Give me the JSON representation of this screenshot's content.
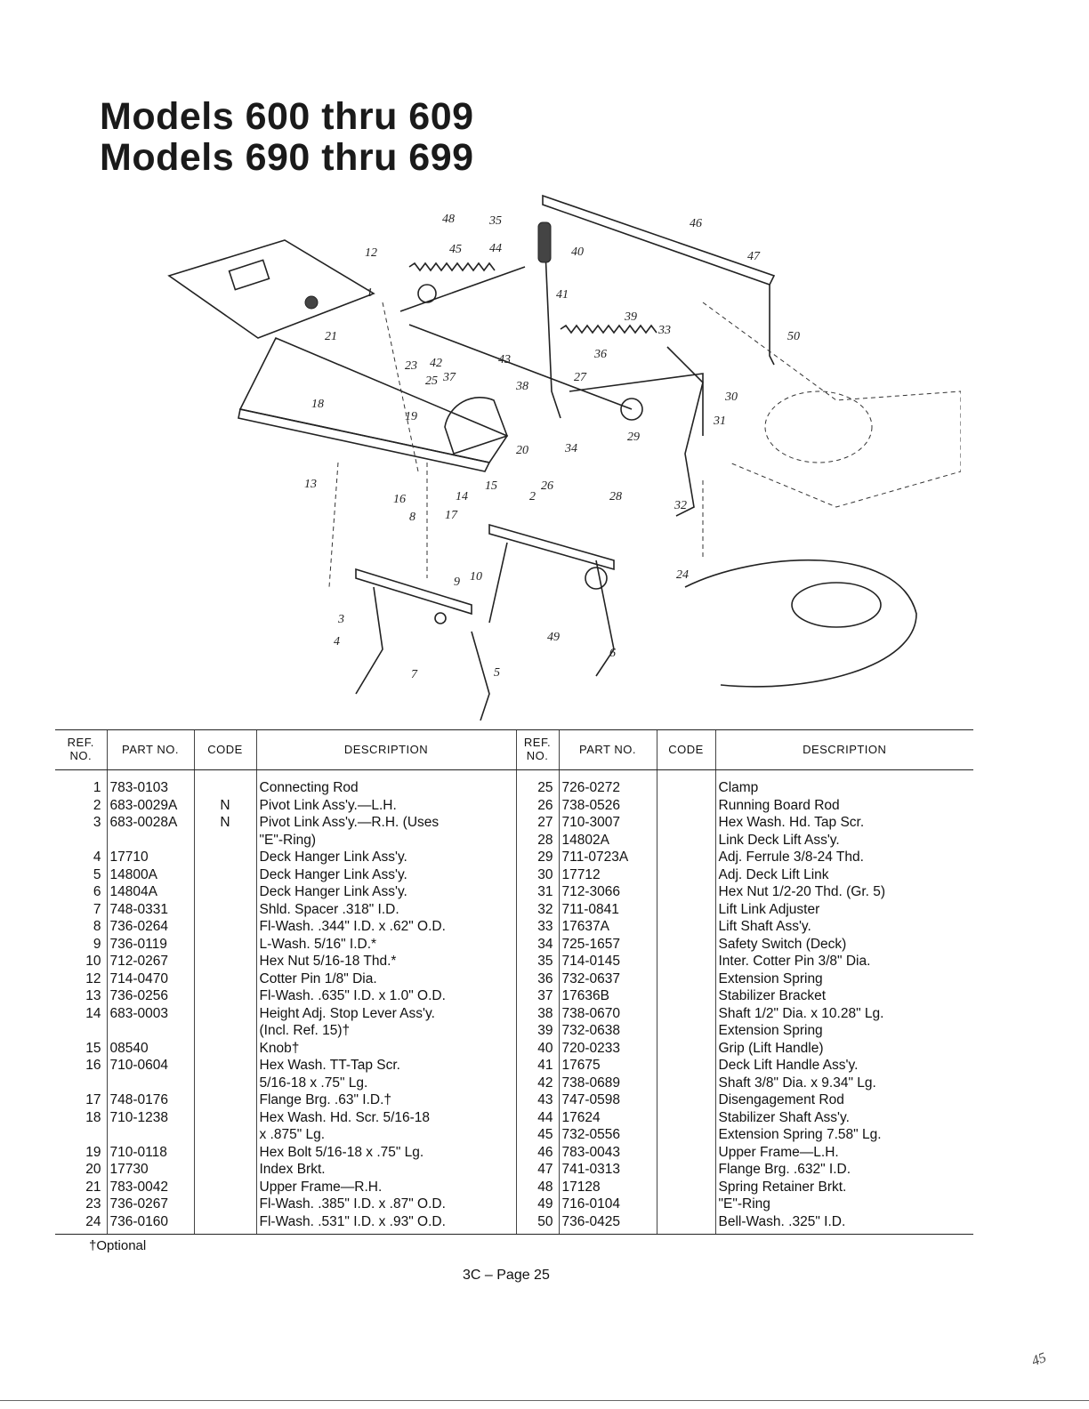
{
  "header": {
    "title_line1": "Models 600 thru 609",
    "title_line2": "Models 690 thru 699"
  },
  "diagram": {
    "callouts": [
      "1",
      "2",
      "3",
      "4",
      "5",
      "6",
      "7",
      "8",
      "9",
      "10",
      "12",
      "13",
      "14",
      "15",
      "16",
      "17",
      "18",
      "19",
      "20",
      "21",
      "23",
      "24",
      "25",
      "26",
      "27",
      "28",
      "29",
      "30",
      "31",
      "32",
      "33",
      "34",
      "35",
      "36",
      "37",
      "38",
      "39",
      "40",
      "41",
      "42",
      "43",
      "44",
      "45",
      "46",
      "47",
      "48",
      "49",
      "50"
    ]
  },
  "table": {
    "headers": {
      "ref": "REF. NO.",
      "part": "PART NO.",
      "code": "CODE",
      "description": "DESCRIPTION"
    },
    "rows": [
      {
        "l": [
          "1",
          "783-0103",
          "",
          "Connecting Rod"
        ],
        "r": [
          "25",
          "726-0272",
          "",
          "Clamp"
        ]
      },
      {
        "l": [
          "2",
          "683-0029A",
          "N",
          "Pivot Link Ass'y.—L.H."
        ],
        "r": [
          "26",
          "738-0526",
          "",
          "Running Board Rod"
        ]
      },
      {
        "l": [
          "3",
          "683-0028A",
          "N",
          "Pivot Link Ass'y.—R.H. (Uses"
        ],
        "r": [
          "27",
          "710-3007",
          "",
          "Hex Wash. Hd. Tap Scr."
        ]
      },
      {
        "l": [
          "",
          "",
          "",
          "\"E\"-Ring)"
        ],
        "r": [
          "28",
          "14802A",
          "",
          "Link Deck Lift Ass'y."
        ]
      },
      {
        "l": [
          "4",
          "17710",
          "",
          "Deck Hanger Link Ass'y."
        ],
        "r": [
          "29",
          "711-0723A",
          "",
          "Adj. Ferrule 3/8-24 Thd."
        ]
      },
      {
        "l": [
          "5",
          "14800A",
          "",
          "Deck Hanger Link Ass'y."
        ],
        "r": [
          "30",
          "17712",
          "",
          "Adj. Deck Lift Link"
        ]
      },
      {
        "l": [
          "6",
          "14804A",
          "",
          "Deck Hanger Link Ass'y."
        ],
        "r": [
          "31",
          "712-3066",
          "",
          "Hex Nut 1/2-20 Thd. (Gr. 5)"
        ]
      },
      {
        "l": [
          "7",
          "748-0331",
          "",
          "Shld. Spacer .318\" I.D."
        ],
        "r": [
          "32",
          "711-0841",
          "",
          "Lift Link Adjuster"
        ]
      },
      {
        "l": [
          "8",
          "736-0264",
          "",
          "Fl-Wash. .344\" I.D. x .62\" O.D."
        ],
        "r": [
          "33",
          "17637A",
          "",
          "Lift Shaft Ass'y."
        ]
      },
      {
        "l": [
          "9",
          "736-0119",
          "",
          "L-Wash. 5/16\" I.D.*"
        ],
        "r": [
          "34",
          "725-1657",
          "",
          "Safety Switch (Deck)"
        ]
      },
      {
        "l": [
          "10",
          "712-0267",
          "",
          "Hex Nut 5/16-18 Thd.*"
        ],
        "r": [
          "35",
          "714-0145",
          "",
          "Inter. Cotter Pin 3/8\" Dia."
        ]
      },
      {
        "l": [
          "12",
          "714-0470",
          "",
          "Cotter Pin 1/8\" Dia."
        ],
        "r": [
          "36",
          "732-0637",
          "",
          "Extension Spring"
        ]
      },
      {
        "l": [
          "13",
          "736-0256",
          "",
          "Fl-Wash. .635\" I.D. x 1.0\" O.D."
        ],
        "r": [
          "37",
          "17636B",
          "",
          "Stabilizer Bracket"
        ]
      },
      {
        "l": [
          "14",
          "683-0003",
          "",
          "Height Adj. Stop Lever Ass'y."
        ],
        "r": [
          "38",
          "738-0670",
          "",
          "Shaft 1/2\" Dia. x 10.28\" Lg."
        ]
      },
      {
        "l": [
          "",
          "",
          "",
          "(Incl. Ref. 15)†"
        ],
        "r": [
          "39",
          "732-0638",
          "",
          "Extension Spring"
        ]
      },
      {
        "l": [
          "15",
          "08540",
          "",
          "Knob†"
        ],
        "r": [
          "40",
          "720-0233",
          "",
          "Grip (Lift Handle)"
        ]
      },
      {
        "l": [
          "16",
          "710-0604",
          "",
          "Hex Wash. TT-Tap Scr."
        ],
        "r": [
          "41",
          "17675",
          "",
          "Deck Lift Handle Ass'y."
        ]
      },
      {
        "l": [
          "",
          "",
          "",
          "5/16-18 x .75\" Lg."
        ],
        "r": [
          "42",
          "738-0689",
          "",
          "Shaft 3/8\" Dia. x 9.34\" Lg."
        ]
      },
      {
        "l": [
          "17",
          "748-0176",
          "",
          "Flange Brg. .63\" I.D.†"
        ],
        "r": [
          "43",
          "747-0598",
          "",
          "Disengagement Rod"
        ]
      },
      {
        "l": [
          "18",
          "710-1238",
          "",
          "Hex Wash. Hd. Scr. 5/16-18"
        ],
        "r": [
          "44",
          "17624",
          "",
          "Stabilizer Shaft Ass'y."
        ]
      },
      {
        "l": [
          "",
          "",
          "",
          "x .875\" Lg."
        ],
        "r": [
          "45",
          "732-0556",
          "",
          "Extension Spring 7.58\" Lg."
        ]
      },
      {
        "l": [
          "19",
          "710-0118",
          "",
          "Hex Bolt 5/16-18 x .75\" Lg."
        ],
        "r": [
          "46",
          "783-0043",
          "",
          "Upper Frame—L.H."
        ]
      },
      {
        "l": [
          "20",
          "17730",
          "",
          "Index Brkt."
        ],
        "r": [
          "47",
          "741-0313",
          "",
          "Flange Brg. .632\" I.D."
        ]
      },
      {
        "l": [
          "21",
          "783-0042",
          "",
          "Upper Frame—R.H."
        ],
        "r": [
          "48",
          "17128",
          "",
          "Spring Retainer Brkt."
        ]
      },
      {
        "l": [
          "23",
          "736-0267",
          "",
          "Fl-Wash. .385\" I.D. x .87\" O.D."
        ],
        "r": [
          "49",
          "716-0104",
          "",
          "\"E\"-Ring"
        ]
      },
      {
        "l": [
          "24",
          "736-0160",
          "",
          "Fl-Wash. .531\" I.D. x .93\" O.D."
        ],
        "r": [
          "50",
          "736-0425",
          "",
          "Bell-Wash. .325\" I.D."
        ]
      }
    ]
  },
  "footer": {
    "optional_note": "†Optional",
    "page_number": "3C – Page 25",
    "corner_mark": "45"
  }
}
